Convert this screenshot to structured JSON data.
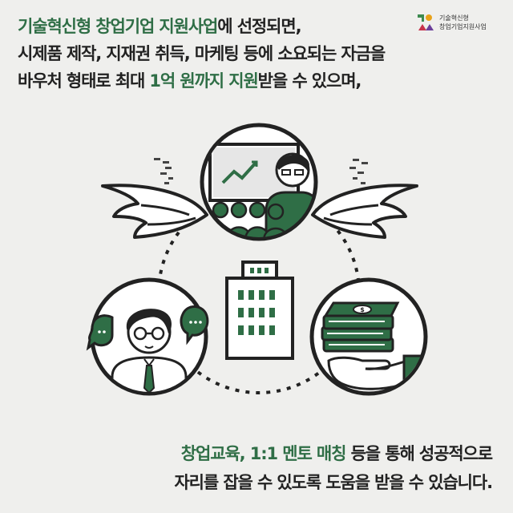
{
  "header": {
    "line1_green": "기술혁신형 창업기업 지원사업",
    "line1_rest": "에 선정되면,",
    "line2": "시제품 제작, 지재권 취득, 마케팅 등에 소요되는 자금을",
    "line3_a": "바우처 형태로 최대 ",
    "line3_green": "1억 원까지 지원",
    "line3_b": "받을 수 있으며,"
  },
  "logo": {
    "line1": "기술혁신형",
    "line2": "창업기업지원사업"
  },
  "footer": {
    "line1_green": "창업교육, 1:1 멘토 매칭",
    "line1_rest": " 등을 통해 성공적으로",
    "line2": "자리를 잡을 수 있도록 도움을 받을 수 있습니다."
  },
  "colors": {
    "brand_green": "#2f6e46",
    "text_dark": "#222222",
    "background": "#efefed"
  },
  "icons": [
    "presentation-icon",
    "wing-icon",
    "building-icon",
    "mentor-icon",
    "money-stack-icon",
    "speech-bubble-icon"
  ]
}
